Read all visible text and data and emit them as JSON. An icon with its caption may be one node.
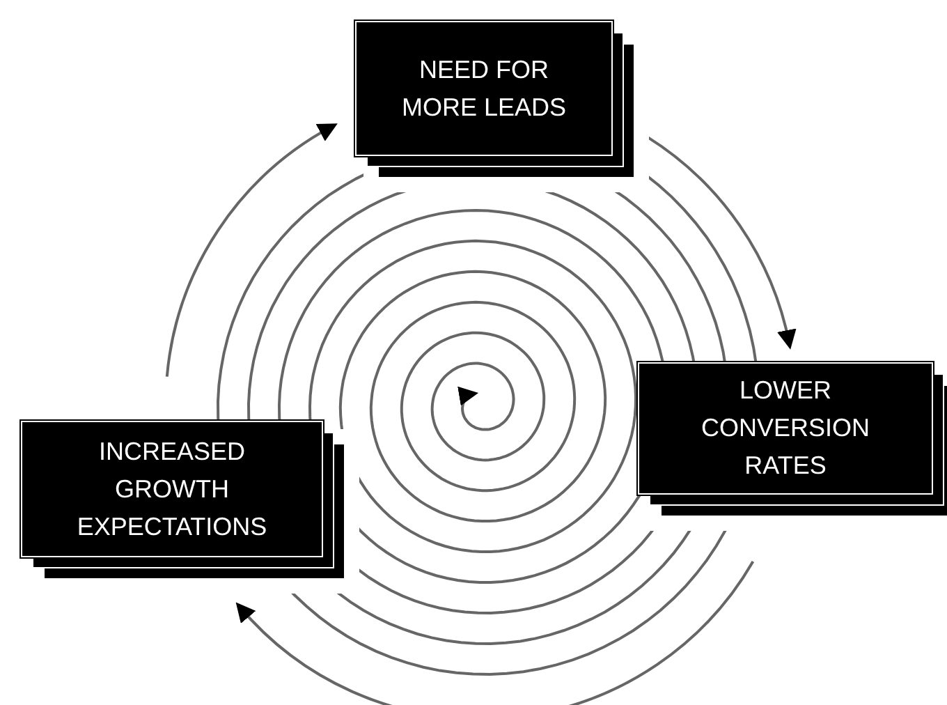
{
  "diagram": {
    "nodes": [
      {
        "text": [
          "NEED FOR MORE LEADS"
        ]
      },
      {
        "text": [
          "LOWER CONVERSION RATES"
        ]
      },
      {
        "text": [
          "INCREASED GROWTH EXPECTATIONS"
        ]
      }
    ],
    "edges": [
      {
        "from": 0,
        "to": 1,
        "arrow": "to"
      },
      {
        "from": 1,
        "to": 2,
        "arrow": "to"
      },
      {
        "from": 2,
        "to": 0,
        "arrow": "to"
      }
    ]
  }
}
